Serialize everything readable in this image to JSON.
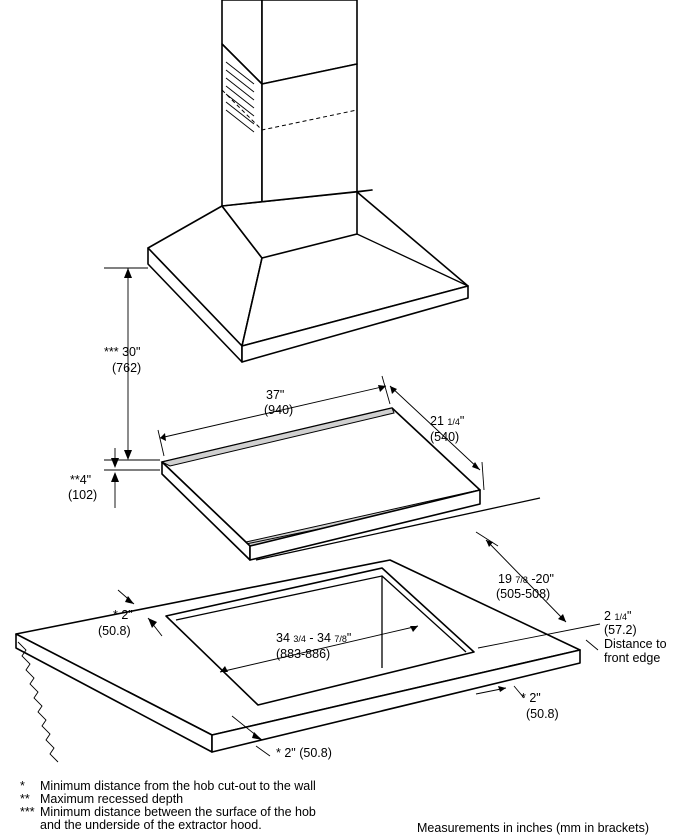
{
  "dimensions": {
    "hood_height": {
      "value": "*** 30\"",
      "mm": "(762)"
    },
    "recess_depth": {
      "value": "**4\"",
      "mm": "(102)"
    },
    "hob_width": {
      "value": "37\"",
      "mm": "(940)"
    },
    "hob_depth": {
      "value": "21 ",
      "frac": "1/4",
      "unit": "\"",
      "mm": "(540)"
    },
    "cutout_depth": {
      "value": "19 ",
      "frac": "7/8",
      "unit": " -20\"",
      "mm": "(505-508)"
    },
    "front_edge": {
      "value": "2 ",
      "frac": "1/4",
      "unit": "\"",
      "mm": "(57.2)",
      "label_1": "Distance to",
      "label_2": "front edge"
    },
    "wall_gap_left": {
      "value": "* 2\"",
      "mm": "(50.8)"
    },
    "cutout_width": {
      "value": "34 ",
      "frac1": "3/4",
      "mid": " - 34 ",
      "frac2": "7/8",
      "unit": "\"",
      "mm": "(883-886)"
    },
    "wall_gap_right": {
      "value": "* 2\"",
      "mm": "(50.8)"
    },
    "wall_gap_bottom": {
      "value": "* 2\" (50.8)"
    }
  },
  "legend": [
    {
      "mark": "*",
      "text": "Minimum distance from the hob cut-out to the wall"
    },
    {
      "mark": "**",
      "text": "Maximum recessed depth"
    },
    {
      "mark": "***",
      "text": "Minimum distance between the surface of the hob"
    },
    {
      "mark": "",
      "text": "and the underside of the extractor hood."
    }
  ],
  "units_note": "Measurements in inches (mm in brackets)"
}
